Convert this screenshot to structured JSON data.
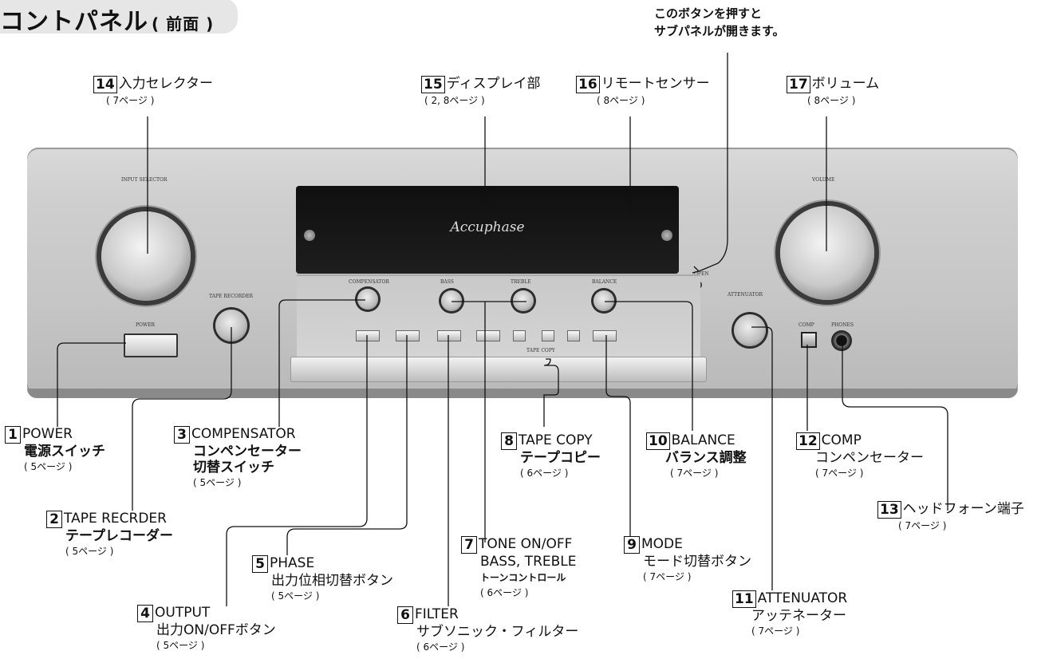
{
  "header": {
    "title": "コントパネル",
    "subtitle": "( 前面 )"
  },
  "note": {
    "line1": "このボタンを押すと",
    "line2": "サブパネルが開きます。"
  },
  "panel": {
    "brand": "Accuphase"
  },
  "panel_labels": {
    "input_selector": "INPUT SELECTOR",
    "volume": "VOLUME",
    "power": "POWER",
    "tape_recorder": "TAPE RECORDER",
    "compensator": "COMPENSATOR",
    "bass": "BASS",
    "treble": "TREBLE",
    "balance": "BALANCE",
    "attenuator": "ATTENUATOR",
    "comp": "COMP",
    "phones": "PHONES",
    "open": "OPEN",
    "tape_copy": "TAPE COPY"
  },
  "callouts": {
    "c1": {
      "num": "1",
      "en": "POWER",
      "ja": "電源スイッチ",
      "page": "( 5ページ )"
    },
    "c2": {
      "num": "2",
      "en": "TAPE RECRDER",
      "ja": "テープレコーダー",
      "page": "( 5ページ )"
    },
    "c3": {
      "num": "3",
      "en": "COMPENSATOR",
      "ja": "コンペンセーター",
      "ja2": "切替スイッチ",
      "page": "( 5ページ )"
    },
    "c4": {
      "num": "4",
      "en": "OUTPUT",
      "ja": "出力ON/OFFボタン",
      "page": "( 5ページ )"
    },
    "c5": {
      "num": "5",
      "en": "PHASE",
      "ja": "出力位相切替ボタン",
      "page": "( 5ページ )"
    },
    "c6": {
      "num": "6",
      "en": "FILTER",
      "ja": "サブソニック・フィルター",
      "page": "( 6ページ )"
    },
    "c7": {
      "num": "7",
      "en": "TONE ON/OFF",
      "en2": "BASS, TREBLE",
      "ja": "トーンコントロール",
      "page": "( 6ページ )"
    },
    "c8": {
      "num": "8",
      "en": "TAPE COPY",
      "ja": "テープコピー",
      "page": "( 6ページ )"
    },
    "c9": {
      "num": "9",
      "en": "MODE",
      "ja": "モード切替ボタン",
      "page": "( 7ページ )"
    },
    "c10": {
      "num": "10",
      "en": "BALANCE",
      "ja": "バランス調整",
      "page": "( 7ページ )"
    },
    "c11": {
      "num": "11",
      "en": "ATTENUATOR",
      "ja": "アッテネーター",
      "page": "( 7ページ )"
    },
    "c12": {
      "num": "12",
      "en": "COMP",
      "ja": "コンペンセーター",
      "page": "( 7ページ )"
    },
    "c13": {
      "num": "13",
      "ja": "ヘッドフォーン端子",
      "page": "( 7ページ )"
    },
    "c14": {
      "num": "14",
      "ja": "入力セレクター",
      "page": "( 7ページ )"
    },
    "c15": {
      "num": "15",
      "ja": "ディスプレイ部",
      "page": "( 2, 8ページ )"
    },
    "c16": {
      "num": "16",
      "ja": "リモートセンサー",
      "page": "( 8ページ )"
    },
    "c17": {
      "num": "17",
      "ja": "ボリューム",
      "page": "( 8ページ )"
    }
  }
}
